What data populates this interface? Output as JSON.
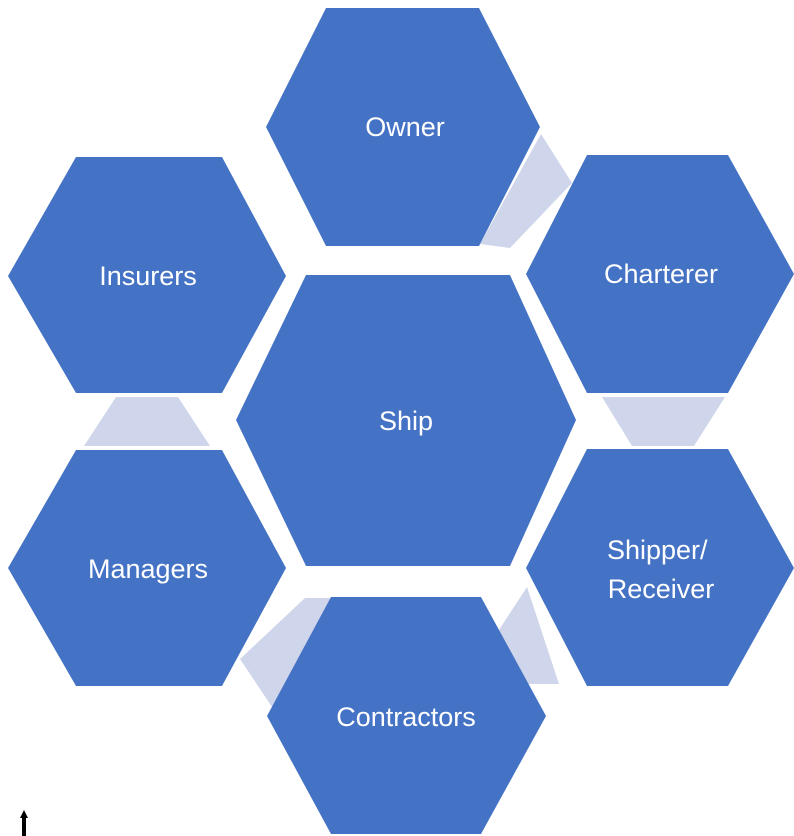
{
  "colors": {
    "hexagon_fill": "#4472C4",
    "connector_fill": "#CFD5EA",
    "label_color": "#FFFFFF",
    "background": "#FFFFFF"
  },
  "hexagons": {
    "center": {
      "lines": [
        "Ship"
      ]
    },
    "owner": {
      "lines": [
        "Owner"
      ]
    },
    "charterer": {
      "lines": [
        "Charterer"
      ]
    },
    "shipper_receiver": {
      "lines": [
        "Shipper/",
        "Receiver"
      ]
    },
    "contractors": {
      "lines": [
        "Contractors"
      ]
    },
    "managers": {
      "lines": [
        "Managers"
      ]
    },
    "insurers": {
      "lines": [
        "Insurers"
      ]
    }
  }
}
